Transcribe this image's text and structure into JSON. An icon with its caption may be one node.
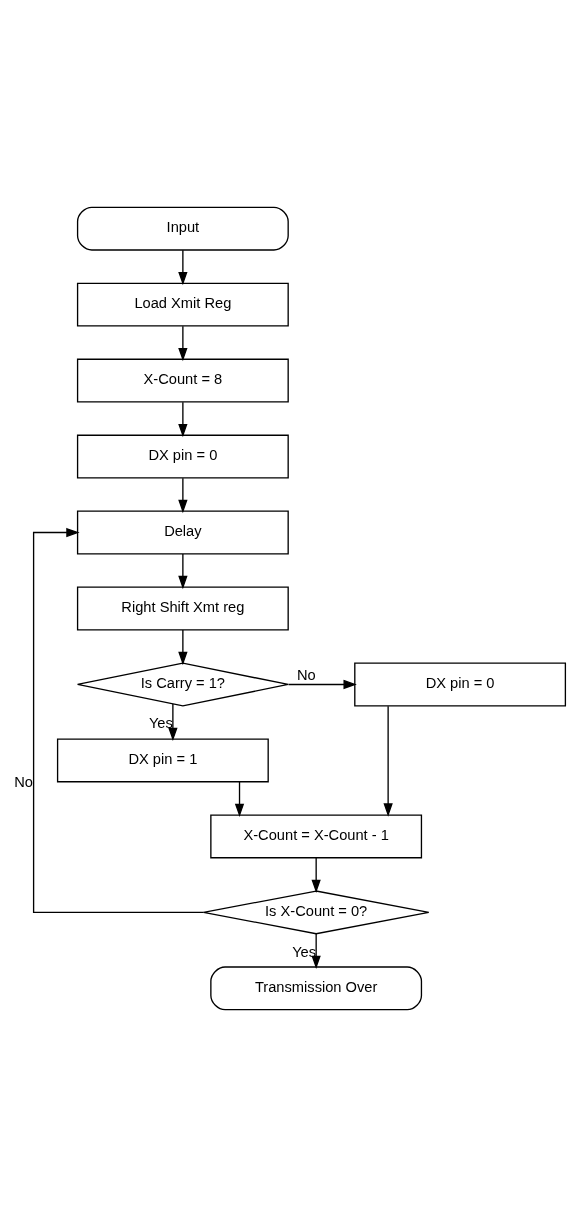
{
  "diagram": {
    "nodes": [
      {
        "text": [
          "Input"
        ]
      },
      {
        "text": [
          "Load Xmit Reg"
        ]
      },
      {
        "text": [
          "X-Count = 8"
        ]
      },
      {
        "text": [
          "DX pin = 0"
        ]
      },
      {
        "text": [
          "Delay"
        ]
      },
      {
        "text": [
          "Right Shift Xmt reg"
        ]
      },
      {
        "text": [
          "Is Carry = 1?"
        ]
      },
      {
        "text": [
          "DX pin = 0"
        ]
      },
      {
        "text": [
          "DX pin = 1"
        ]
      },
      {
        "text": [
          "X-Count = X-Count - 1"
        ]
      },
      {
        "text": [
          "Is X-Count = 0?"
        ]
      },
      {
        "text": [
          "Transmission Over"
        ]
      }
    ],
    "edges": [
      {
        "from": 0,
        "to": 1,
        "arrow": "to"
      },
      {
        "from": 1,
        "to": 2,
        "arrow": "to"
      },
      {
        "from": 2,
        "to": 3,
        "arrow": "to"
      },
      {
        "from": 3,
        "to": 4,
        "arrow": "to"
      },
      {
        "from": 4,
        "to": 5,
        "arrow": "to"
      },
      {
        "from": 5,
        "to": 6,
        "arrow": "to"
      },
      {
        "from": 6,
        "to": 7,
        "arrow": "to",
        "label": "No"
      },
      {
        "from": 6,
        "to": 8,
        "arrow": "to",
        "label": "Yes"
      },
      {
        "from": 8,
        "to": 9,
        "arrow": "to"
      },
      {
        "from": 7,
        "to": 9,
        "arrow": "to"
      },
      {
        "from": 9,
        "to": 10,
        "arrow": "to"
      },
      {
        "from": 10,
        "to": 4,
        "arrow": "to",
        "label": "No"
      },
      {
        "from": 10,
        "to": 11,
        "arrow": "to",
        "label": "Yes"
      }
    ]
  }
}
